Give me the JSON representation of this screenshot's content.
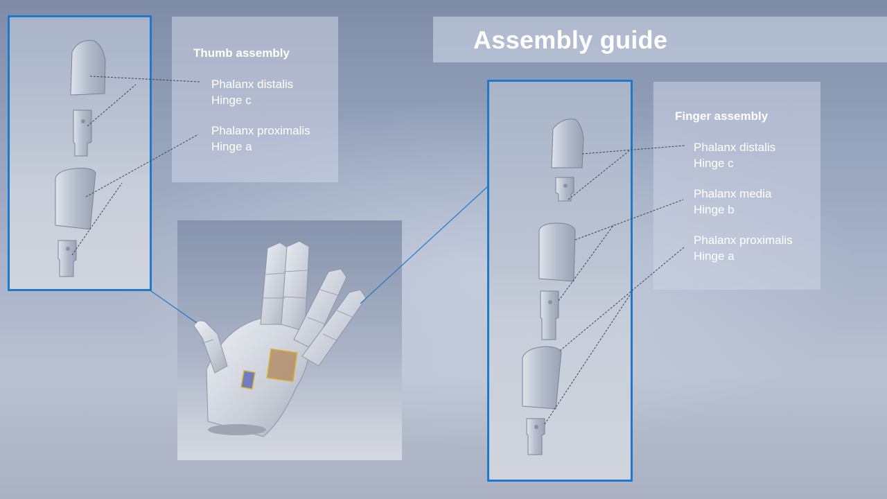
{
  "title": "Assembly guide",
  "thumb_assembly": {
    "heading": "Thumb assembly",
    "items": [
      {
        "part": "Phalanx distalis",
        "hinge": "Hinge c"
      },
      {
        "part": "Phalanx proximalis",
        "hinge": "Hinge a"
      }
    ]
  },
  "finger_assembly": {
    "heading": "Finger assembly",
    "items": [
      {
        "part": "Phalanx distalis",
        "hinge": "Hinge c"
      },
      {
        "part": "Phalanx media",
        "hinge": "Hinge b"
      },
      {
        "part": "Phalanx proximalis",
        "hinge": "Hinge a"
      }
    ]
  },
  "colors": {
    "frame_border": "#1f78c8",
    "label_text": "#ffffff",
    "leader_line": "#3a4150"
  }
}
